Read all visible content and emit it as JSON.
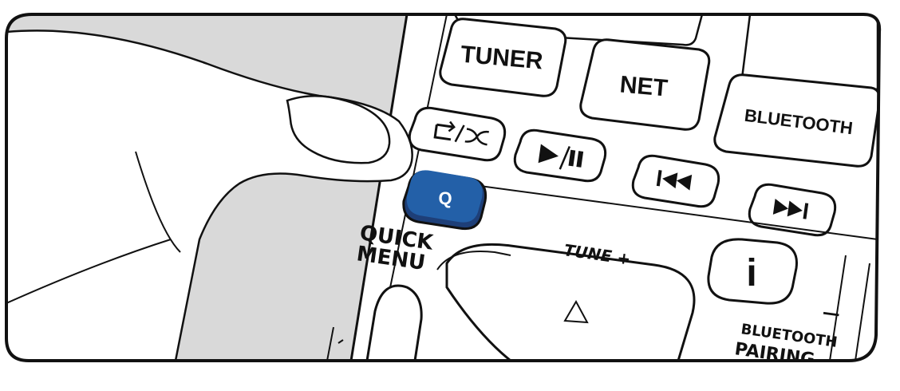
{
  "remote": {
    "buttons": {
      "tuner": "TUNER",
      "net": "NET",
      "bluetooth": "BLUETOOTH",
      "quick_menu_glyph": "Q",
      "info_glyph": "i"
    },
    "labels": {
      "quick": "QUICK",
      "menu": "MENU",
      "tune_plus": "TUNE +",
      "bluetooth_pairing_line1": "BLUETOOTH",
      "bluetooth_pairing_line2": "PAIRING",
      "minus": "—"
    },
    "icons": {
      "repeat_shuffle": "repeat-shuffle-icon",
      "play_pause": "play-pause-icon",
      "previous": "previous-track-icon",
      "next": "next-track-icon",
      "tune_up": "triangle-up-icon"
    },
    "colors": {
      "quick_menu_button": "#2360a8",
      "hand_shadow": "#d9d9d9",
      "outline": "#111111",
      "panel": "#ffffff"
    }
  }
}
